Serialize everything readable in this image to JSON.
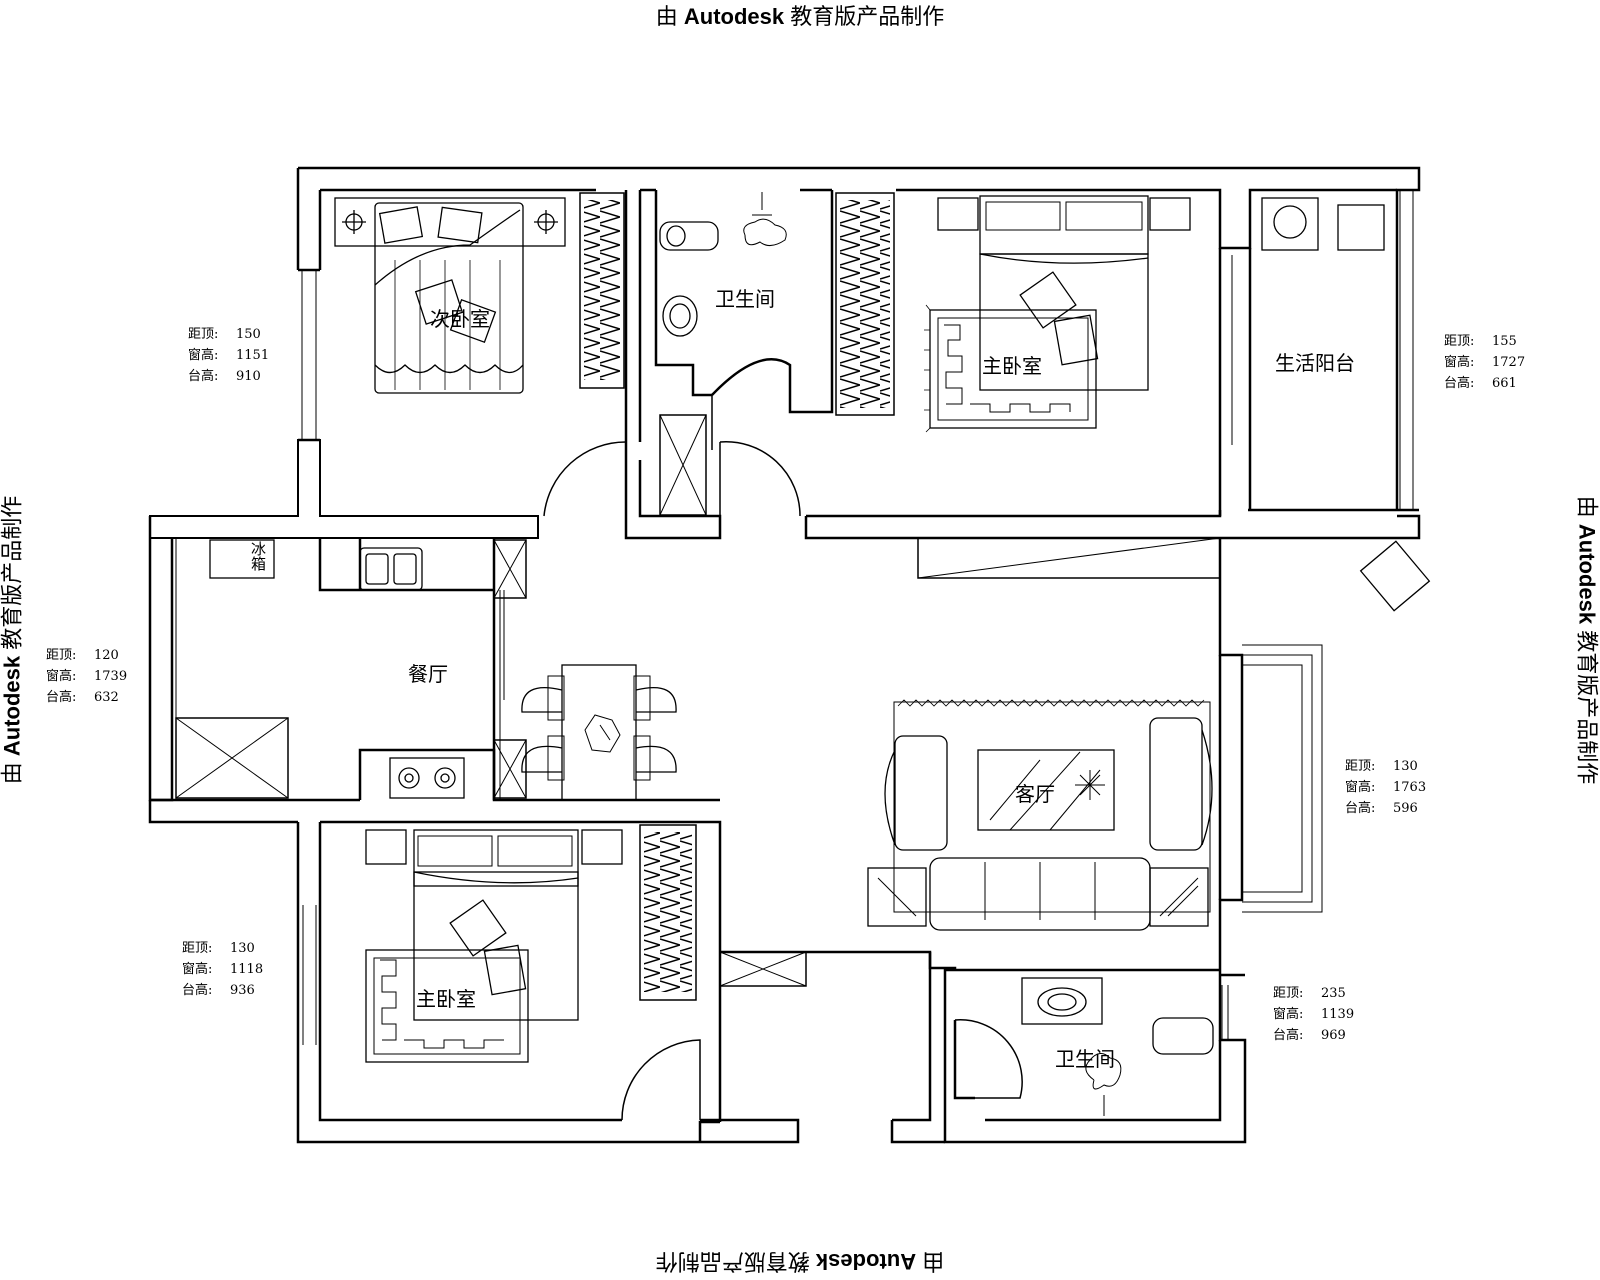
{
  "watermark": {
    "prefix": "由",
    "brand": "Autodesk",
    "suffix": "教育版产品制作"
  },
  "rooms": {
    "second_bedroom": "次卧室",
    "bathroom_top": "卫生间",
    "master_bedroom_top": "主卧室",
    "utility_balcony": "生活阳台",
    "dining": "餐厅",
    "living": "客厅",
    "master_bedroom_bottom": "主卧室",
    "bathroom_bottom": "卫生间"
  },
  "fridge_label": "冰箱",
  "window_specs": [
    {
      "id": "a",
      "head_label": "距顶:",
      "head": "150",
      "window_label": "窗高:",
      "window": "1151",
      "sill_label": "台高:",
      "sill": "910"
    },
    {
      "id": "b",
      "head_label": "距顶:",
      "head": "155",
      "window_label": "窗高:",
      "window": "1727",
      "sill_label": "台高:",
      "sill": "661"
    },
    {
      "id": "c",
      "head_label": "距顶:",
      "head": "120",
      "window_label": "窗高:",
      "window": "1739",
      "sill_label": "台高:",
      "sill": "632"
    },
    {
      "id": "d",
      "head_label": "距顶:",
      "head": "130",
      "window_label": "窗高:",
      "window": "1763",
      "sill_label": "台高:",
      "sill": "596"
    },
    {
      "id": "e",
      "head_label": "距顶:",
      "head": "130",
      "window_label": "窗高:",
      "window": "1118",
      "sill_label": "台高:",
      "sill": "936"
    },
    {
      "id": "f",
      "head_label": "距顶:",
      "head": "235",
      "window_label": "窗高:",
      "window": "1139",
      "sill_label": "台高:",
      "sill": "969"
    }
  ],
  "colors": {
    "line": "#000000",
    "background": "#ffffff"
  }
}
